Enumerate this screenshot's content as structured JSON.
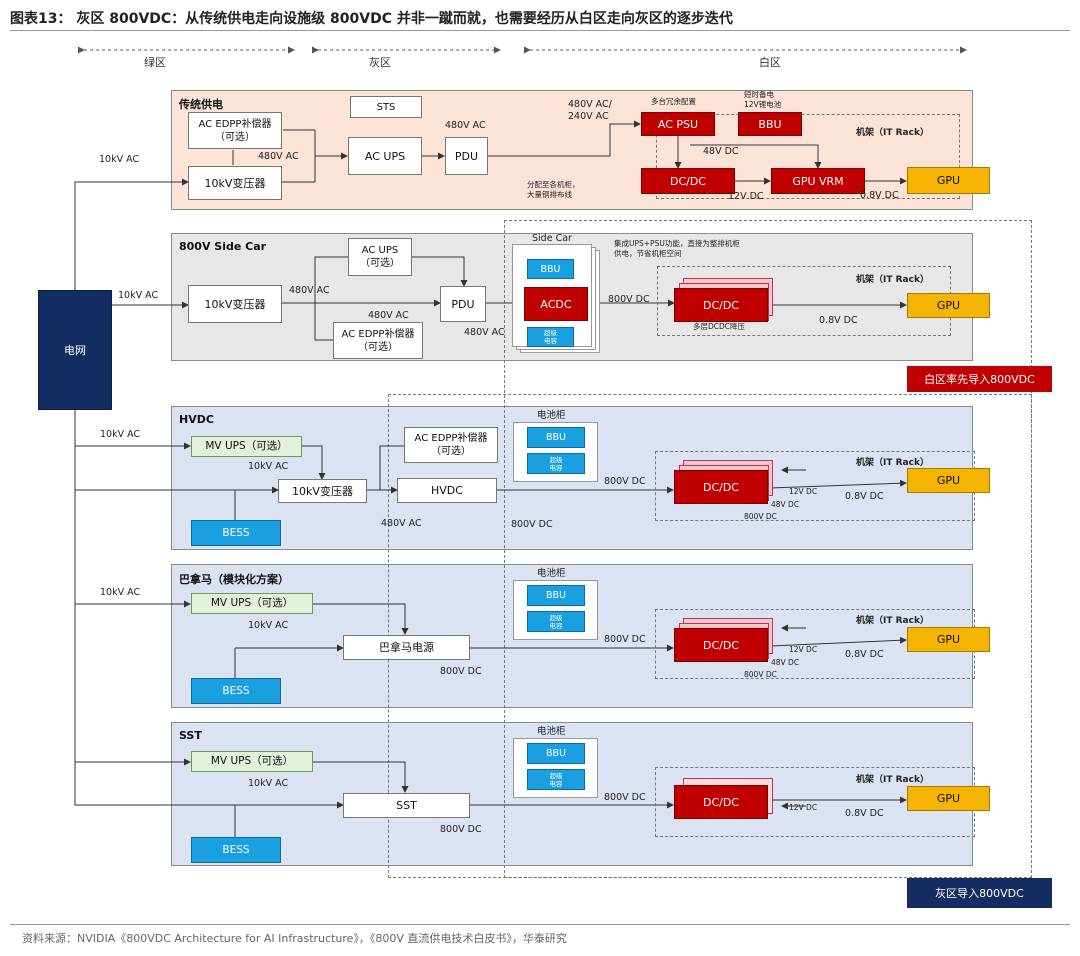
{
  "title": "图表13：  灰区 800VDC：从传统供电走向设施级 800VDC 并非一蹴而就，也需要经历从白区走向灰区的逐步迭代",
  "zones": {
    "green": "绿区",
    "grey": "灰区",
    "white": "白区"
  },
  "grid_label": "电网",
  "panels": {
    "traditional": {
      "title": "传统供电",
      "edpp": "AC EDPP补偿器\n（可选）",
      "transformer": "10kV变压器",
      "sts": "STS",
      "ac_ups": "AC UPS",
      "pdu": "PDU",
      "ac_psu": "AC PSU",
      "bbu": "BBU",
      "dcdc": "DC/DC",
      "gpu_vrm": "GPU VRM",
      "gpu": "GPU",
      "lbl_10kv": "10kV AC",
      "lbl_480_a": "480V AC",
      "lbl_480_b": "480V AC",
      "lbl_480_240": "480V AC/\n240V AC",
      "lbl_48vdc": "48V DC",
      "lbl_12vdc": "12V DC",
      "lbl_08vdc": "0.8V DC",
      "note_redundant": "多台冗余配置",
      "note_bbu": "短时备电\n12V锂电池",
      "note_rack": "机架（IT Rack）",
      "note_cabling": "分配至各机柜，\n大量铜排布线"
    },
    "sidecar": {
      "title": "800V Side Car",
      "ac_ups": "AC UPS\n（可选）",
      "transformer": "10kV变压器",
      "pdu": "PDU",
      "edpp": "AC EDPP补偿器\n（可选）",
      "sidecar_title": "Side Car",
      "bbu": "BBU",
      "acdc": "ACDC",
      "supercap": "超级\n电容",
      "dcdc": "DC/DC",
      "gpu": "GPU",
      "lbl_10kv": "10kV AC",
      "lbl_480_a": "480V AC",
      "lbl_480_b": "480V AC",
      "lbl_480_c": "480V AC",
      "lbl_800": "800V DC",
      "lbl_08": "0.8V DC",
      "note_integrate": "集成UPS+PSU功能，直接为整排机柜\n供电，节省机柜空间",
      "note_rack": "机架（IT Rack）",
      "note_multistage": "多层DCDC降压",
      "white_tag": "白区率先导入800VDC"
    },
    "hvdc": {
      "title": "HVDC",
      "mv_ups": "MV UPS（可选）",
      "transformer": "10kV变压器",
      "hvdc": "HVDC",
      "edpp": "AC EDPP补偿器\n（可选）",
      "bess": "BESS",
      "battery_title": "电池柜",
      "bbu": "BBU",
      "supercap": "超级\n电容",
      "dcdc": "DC/DC",
      "gpu": "GPU",
      "lbl_10kv_a": "10kV AC",
      "lbl_10kv_b": "10kV AC",
      "lbl_480": "480V AC",
      "lbl_800_a": "800V DC",
      "lbl_800_b": "800V DC",
      "lbl_12": "12V DC",
      "lbl_48": "48V DC",
      "lbl_08": "0.8V DC",
      "note_rack": "机架（IT Rack）"
    },
    "panama": {
      "title": "巴拿马（模块化方案）",
      "mv_ups": "MV UPS（可选）",
      "power": "巴拿马电源",
      "bess": "BESS",
      "battery_title": "电池柜",
      "bbu": "BBU",
      "supercap": "超级\n电容",
      "dcdc": "DC/DC",
      "gpu": "GPU",
      "lbl_10kv_a": "10kV AC",
      "lbl_10kv_b": "10kV AC",
      "lbl_800_a": "800V DC",
      "lbl_800_b": "800V DC",
      "lbl_12": "12V DC",
      "lbl_48": "48V DC",
      "lbl_08": "0.8V DC",
      "note_rack": "机架（IT Rack）"
    },
    "sst": {
      "title": "SST",
      "mv_ups": "MV UPS（可选）",
      "sst": "SST",
      "bess": "BESS",
      "battery_title": "电池柜",
      "bbu": "BBU",
      "supercap": "超级\n电容",
      "dcdc": "DC/DC",
      "gpu": "GPU",
      "lbl_10kv": "10kV AC",
      "lbl_800_a": "800V DC",
      "lbl_800_b": "800V DC",
      "lbl_12": "12V DC",
      "lbl_08": "0.8V DC",
      "note_rack": "机架（IT Rack）",
      "grey_tag": "灰区导入800VDC"
    }
  },
  "colors": {
    "traditional_bg": "#fbe3d7",
    "panel_grey_bg": "#e7e7e7",
    "panel_blue_bg": "#dbe2f1",
    "red": "#c00000",
    "gold": "#f5b400",
    "blue": "#1aa0e0",
    "navy": "#132c62",
    "tag_red": "#c00000"
  },
  "footer": "资料来源：NVIDIA《800VDC Architecture for AI Infrastructure》，《800V 直流供电技术白皮书》，华泰研究"
}
